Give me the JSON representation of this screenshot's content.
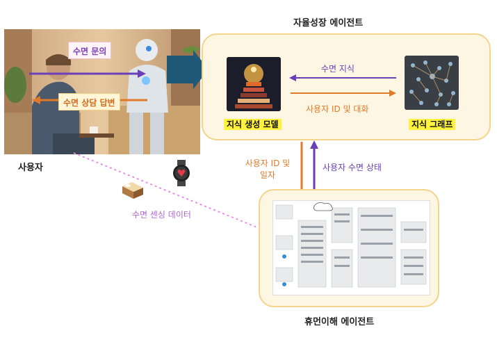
{
  "labels": {
    "autonomous_agent": "자율성장 에이전트",
    "human_agent": "휴먼이해 에이전트",
    "user": "사용자",
    "knowledge_model": "지식 생성 모델",
    "knowledge_graph": "지식 그래프"
  },
  "arrows": {
    "sleep_query": "수면 문의",
    "sleep_answer": "수면 상담 답변",
    "sleep_knowledge": "수면 지식",
    "user_id_dialog": "사용자 ID 및 대화",
    "user_id_diary_1": "사용자 ID 및",
    "user_id_diary_2": "일자",
    "user_sleep_state": "사용자 수면 상태",
    "sleep_sensing": "수면 센싱 데이터"
  },
  "colors": {
    "purple": "#6a3fb8",
    "orange": "#e07a2a",
    "pink_dotted": "#e58ee5",
    "box_fill": "#fdf6e3",
    "box_border": "#f3d48a",
    "highlight": "#fff23c"
  },
  "icons": {
    "bed": "bed-icon",
    "watch": "smartwatch-heart-icon"
  }
}
